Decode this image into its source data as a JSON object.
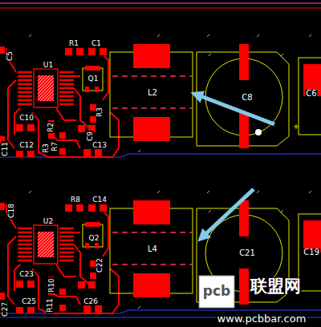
{
  "diagram": {
    "labels": [
      "C5",
      "R1",
      "C1",
      "U1",
      "Q1",
      "L2",
      "C8",
      "C6",
      "R3",
      "C10",
      "R2",
      "C12",
      "R3",
      "R7",
      "C9",
      "C13",
      "C11",
      "C18",
      "R8",
      "C14",
      "U2",
      "Q2",
      "L4",
      "C21",
      "C19",
      "C22",
      "C23",
      "R10",
      "C25",
      "R11",
      "C26",
      "C27",
      "pcb",
      "联盟网",
      "www.pcbbar.com"
    ]
  }
}
